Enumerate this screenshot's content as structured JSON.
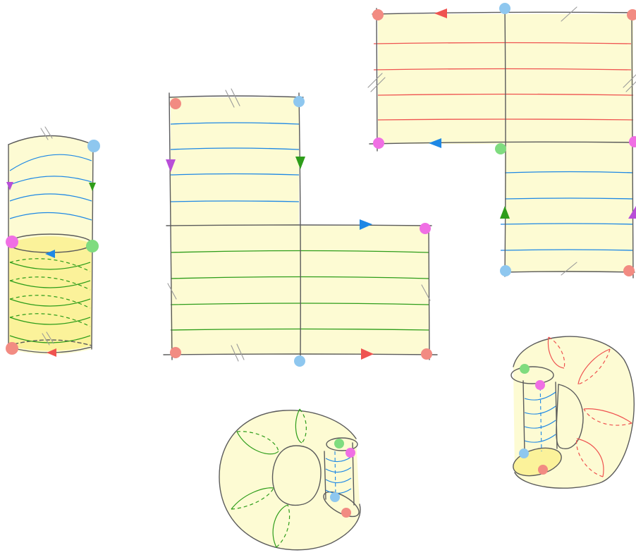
{
  "title": "",
  "colors": {
    "paper": "#fdfbd3",
    "paper_dark": "#fbf29a",
    "outline": "#5b5b5b",
    "tick": "#9a9a9a",
    "red": "#ef5350",
    "blue": "#1e88e5",
    "green": "#2e9d1a",
    "purple": "#b84ed8",
    "corner_red": "#f28b82",
    "corner_blue": "#8ec7ef",
    "corner_green": "#7fdc7f",
    "corner_pink": "#f06fe4"
  },
  "figures": [
    {
      "id": "fig-cylinder-coil",
      "shape": "cylinder split into a striped part and a coiled part"
    },
    {
      "id": "fig-l-shaped-square-tiling",
      "shape": "L-shaped region of unit squares with blue and green stripes"
    },
    {
      "id": "fig-tromino-tiling",
      "shape": "three-square region with red and blue stripes"
    },
    {
      "id": "fig-torus-green",
      "shape": "torus-like surface with a cylinder handle"
    },
    {
      "id": "fig-torus-red",
      "shape": "torus-like surface with a cylinder handle"
    }
  ],
  "icons": [
    "edge-arrow-icon",
    "corner-dot-icon",
    "tick-mark-icon"
  ]
}
